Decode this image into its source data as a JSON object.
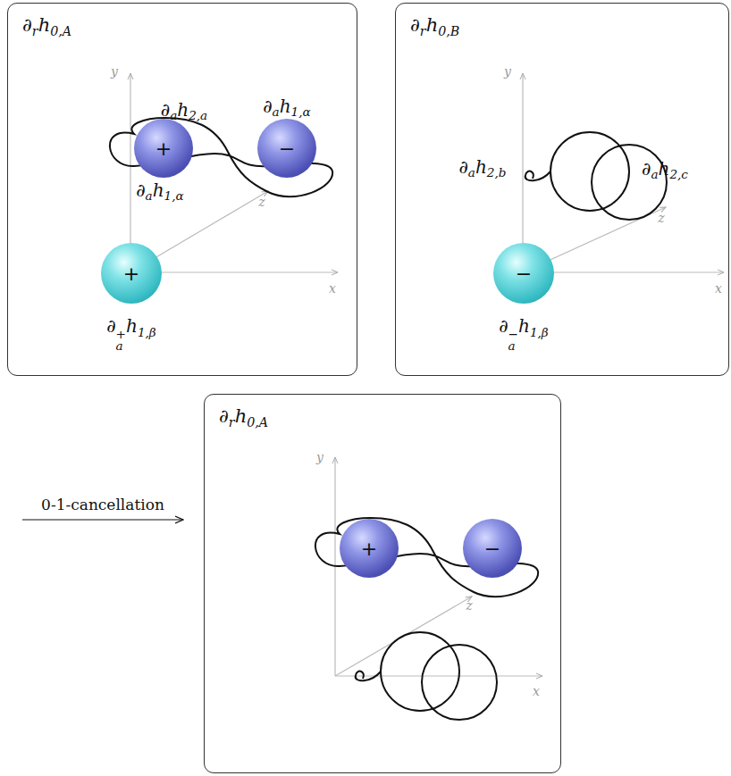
{
  "diagram": {
    "nodes": [
      {
        "text": [
          "∂rh0,A"
        ]
      },
      {
        "text": [
          "+",
          "∂ah1,α"
        ],
        "in": 0
      },
      {
        "text": [
          "−",
          "∂ah1,α"
        ],
        "in": 0
      },
      {
        "text": [
          "+",
          "∂a+h1,β"
        ],
        "in": 0
      },
      {
        "text": [
          "∂rh0,B"
        ]
      },
      {
        "text": [
          "−",
          "∂a−h1,β"
        ],
        "in": 4
      },
      {
        "text": [
          "∂rh0,A"
        ]
      },
      {
        "text": [
          "+"
        ],
        "in": 6
      },
      {
        "text": [
          "−"
        ],
        "in": 6
      }
    ],
    "labels": [
      "∂ah2,a",
      "∂ah2,b",
      "∂ah2,c",
      "0-1-cancellation",
      "y",
      "z",
      "x",
      "y",
      "z",
      "x",
      "y",
      "z",
      "x"
    ]
  }
}
